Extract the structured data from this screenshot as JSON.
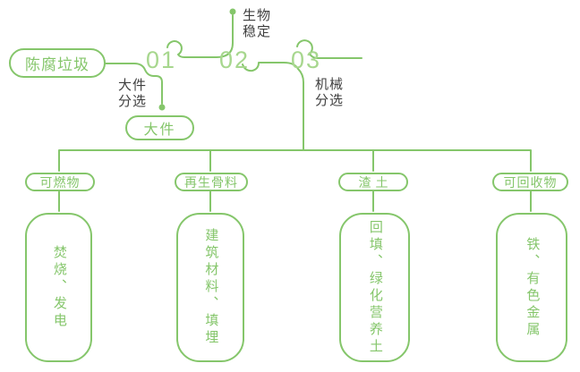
{
  "palette": {
    "green": "#85c66b",
    "light_green": "#a7d78e",
    "dark": "#3f3f3f"
  },
  "flow": {
    "source": {
      "label": "陈腐垃圾"
    },
    "steps": [
      {
        "number": "01",
        "label": "大件\n分选"
      },
      {
        "number": "02",
        "label": "生物\n稳定"
      },
      {
        "number": "03",
        "label": "机械\n分选"
      }
    ],
    "bulky": {
      "label": "大件"
    }
  },
  "branches": [
    {
      "category": "可燃物",
      "outcome": "焚烧、发电"
    },
    {
      "category": "再生骨料",
      "outcome": "建筑材料、填埋"
    },
    {
      "category": "渣土",
      "outcome": "回填、绿化营养土"
    },
    {
      "category": "可回收物",
      "outcome": "铁、有色金属"
    }
  ]
}
